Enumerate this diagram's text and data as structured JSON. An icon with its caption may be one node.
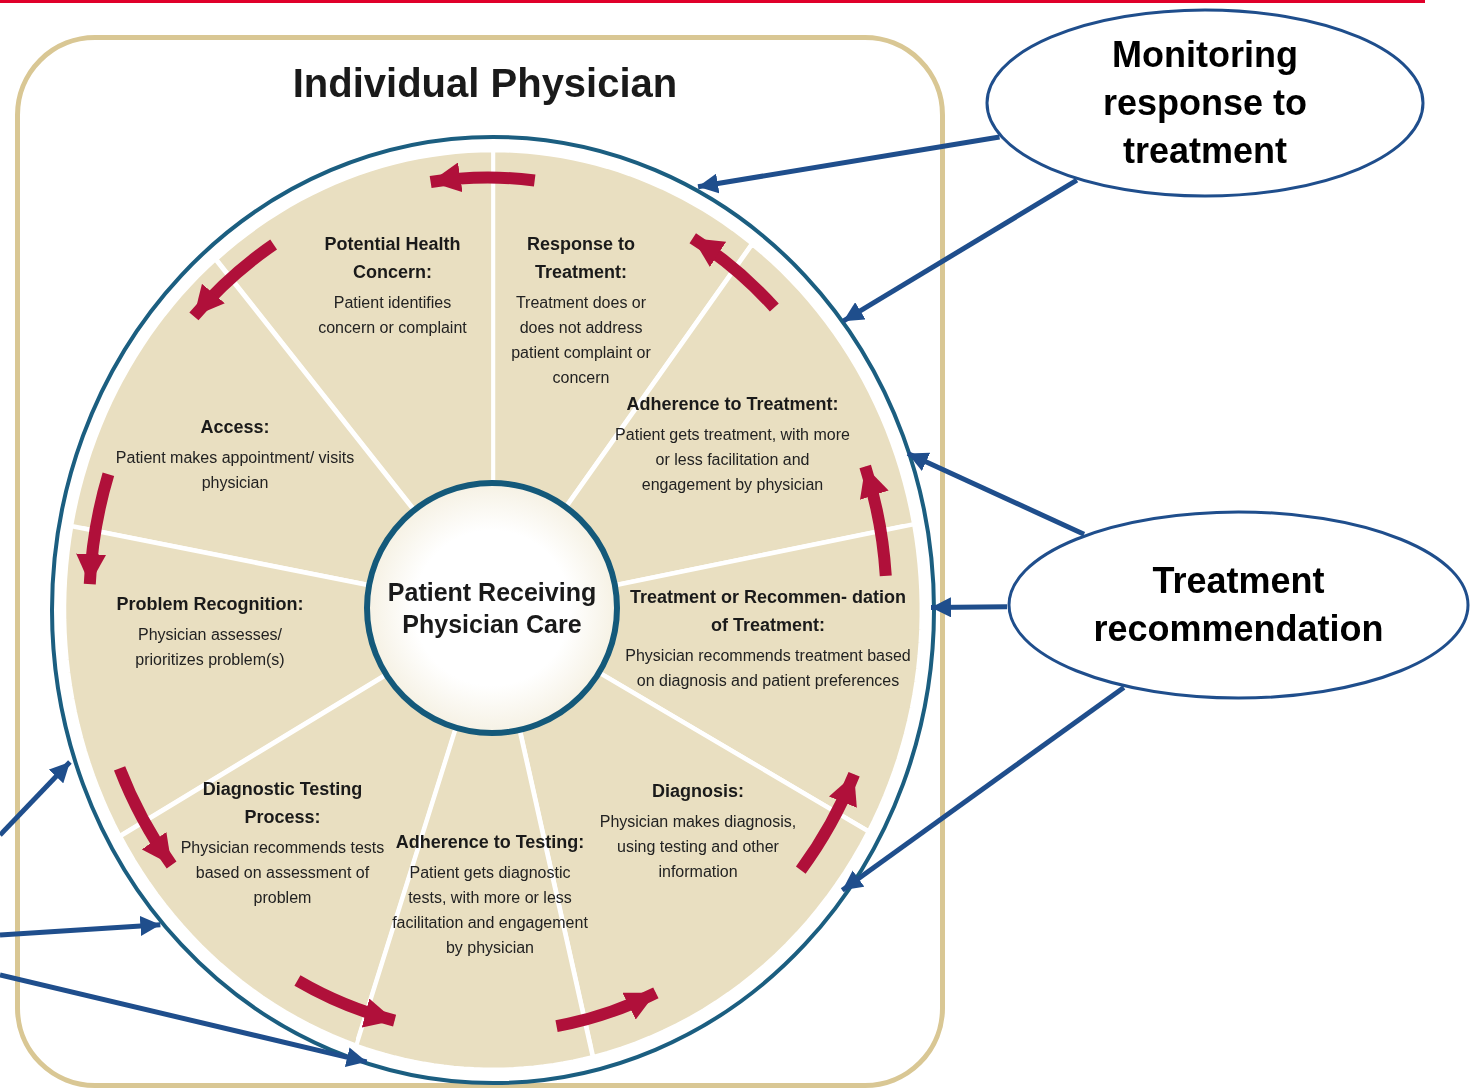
{
  "diagram": {
    "nodes": [
      {
        "text": [
          "Individual Physician"
        ]
      },
      {
        "text": [],
        "shape": "circle",
        "in": 0
      },
      {
        "text": [
          "Patient Receiving Physician Care"
        ],
        "in": 1
      },
      {
        "text": [
          "Potential Health Concern:",
          "Patient identifies concern or complaint"
        ],
        "in": 1
      },
      {
        "text": [
          "Response to Treatment:",
          "Treatment does or does not address patient complaint or concern"
        ],
        "in": 1
      },
      {
        "text": [
          "Access:",
          "Patient makes appointment/ visits physician"
        ],
        "in": 1
      },
      {
        "text": [
          "Adherence to Treatment:",
          "Patient gets treatment, with more or less facilitation and engagement by physician"
        ],
        "in": 1
      },
      {
        "text": [
          "Problem Recognition:",
          "Physician assesses/ prioritizes problem(s)"
        ],
        "in": 1
      },
      {
        "text": [
          "Treatment or Recommen- dation of Treatment:",
          "Physician recommends treatment based on diagnosis and patient preferences"
        ],
        "in": 1
      },
      {
        "text": [
          "Diagnostic Testing Process:",
          "Physician recommends tests based on assessment of problem"
        ],
        "in": 1
      },
      {
        "text": [
          "Diagnosis:",
          "Physician makes diagnosis, using testing and other information"
        ],
        "in": 1
      },
      {
        "text": [
          "Adherence to Testing:",
          "Patient gets diagnostic tests, with more or less facilitation and engagement by physician"
        ],
        "in": 1
      },
      {
        "text": [
          "Monitoring response to treatment"
        ]
      },
      {
        "text": [
          "Treatment recommendation"
        ]
      }
    ],
    "edges": [
      {
        "from": 3,
        "to": 5,
        "arrow": "to"
      },
      {
        "from": 5,
        "to": 7,
        "arrow": "to"
      },
      {
        "from": 7,
        "to": 9,
        "arrow": "to"
      },
      {
        "from": 9,
        "to": 11,
        "arrow": "to"
      },
      {
        "from": 11,
        "to": 10,
        "arrow": "to"
      },
      {
        "from": 10,
        "to": 8,
        "arrow": "to"
      },
      {
        "from": 8,
        "to": 6,
        "arrow": "to"
      },
      {
        "from": 6,
        "to": 4,
        "arrow": "to"
      },
      {
        "from": 4,
        "to": 3,
        "arrow": "to"
      },
      {
        "from": 12,
        "to": 1,
        "arrow": "to",
        "color": "#1f4e8c"
      },
      {
        "from": 12,
        "to": 1,
        "arrow": "to",
        "color": "#1f4e8c"
      },
      {
        "from": 13,
        "to": 1,
        "arrow": "to",
        "color": "#1f4e8c"
      },
      {
        "from": 13,
        "to": 1,
        "arrow": "to",
        "color": "#1f4e8c"
      },
      {
        "from": 13,
        "to": 1,
        "arrow": "to",
        "color": "#1f4e8c"
      },
      {
        "from": null,
        "to": 1,
        "arrow": "to",
        "color": "#1f4e8c"
      },
      {
        "from": null,
        "to": 1,
        "arrow": "to",
        "color": "#1f4e8c"
      },
      {
        "from": null,
        "to": 1,
        "arrow": "to",
        "color": "#1f4e8c"
      }
    ]
  }
}
